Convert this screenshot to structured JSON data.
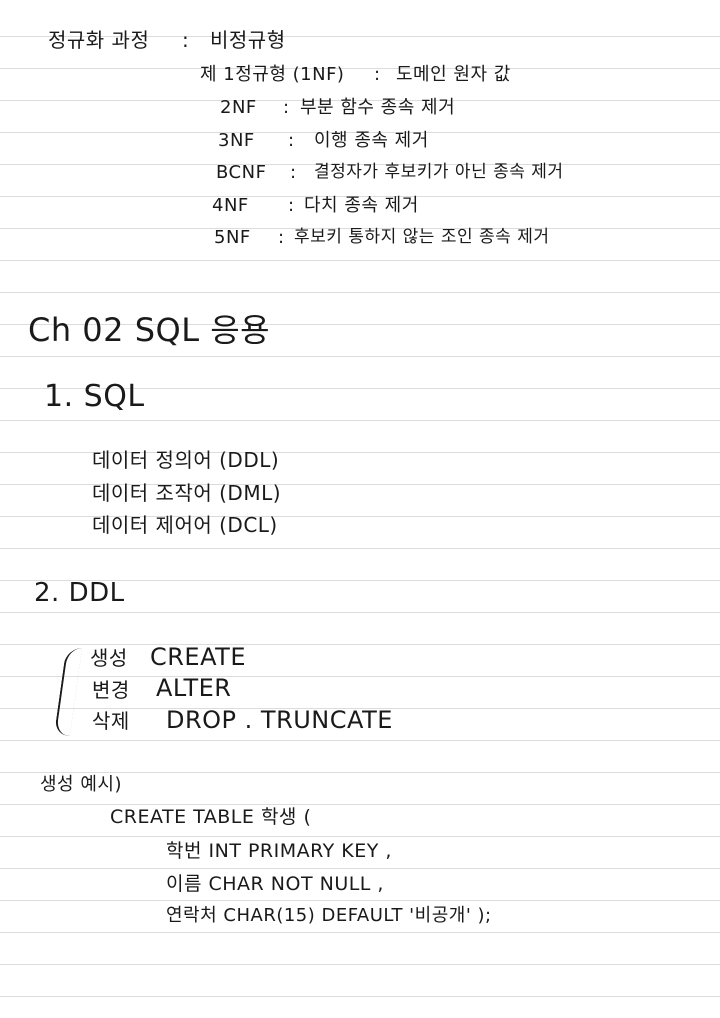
{
  "normalization": {
    "heading": "정규화 과정",
    "colon": ":",
    "value": "비정규형",
    "rows": [
      {
        "form": "제 1정규형 (1NF)",
        "colon": ":",
        "desc": "도메인 원자 값"
      },
      {
        "form": "2NF",
        "colon": ":",
        "desc": "부분 함수 종속 제거"
      },
      {
        "form": "3NF",
        "colon": ":",
        "desc": "이행 종속 제거"
      },
      {
        "form": "BCNF",
        "colon": ":",
        "desc": "결정자가 후보키가 아닌 종속 제거"
      },
      {
        "form": "4NF",
        "colon": ":",
        "desc": "다치 종속 제거"
      },
      {
        "form": "5NF",
        "colon": ":",
        "desc": "후보키 통하지 않는 조인 종속 제거"
      }
    ]
  },
  "chapter": {
    "title": "Ch 02 SQL 응용"
  },
  "sql_section": {
    "title": "1. SQL",
    "items": [
      "데이터 정의어 (DDL)",
      "데이터 조작어 (DML)",
      "데이터 제어어 (DCL)"
    ]
  },
  "ddl_section": {
    "title": "2. DDL",
    "items": [
      {
        "label": "생성",
        "command": "CREATE"
      },
      {
        "label": "변경",
        "command": "ALTER"
      },
      {
        "label": "삭제",
        "command": "DROP . TRUNCATE"
      }
    ]
  },
  "example": {
    "title": "생성 예시)",
    "lines": [
      "CREATE  TABLE  학생 (",
      "학번   INT  PRIMARY  KEY ,",
      "이름   CHAR  NOT  NULL ,",
      "연락처  CHAR(15)  DEFAULT  '비공개' );"
    ]
  }
}
